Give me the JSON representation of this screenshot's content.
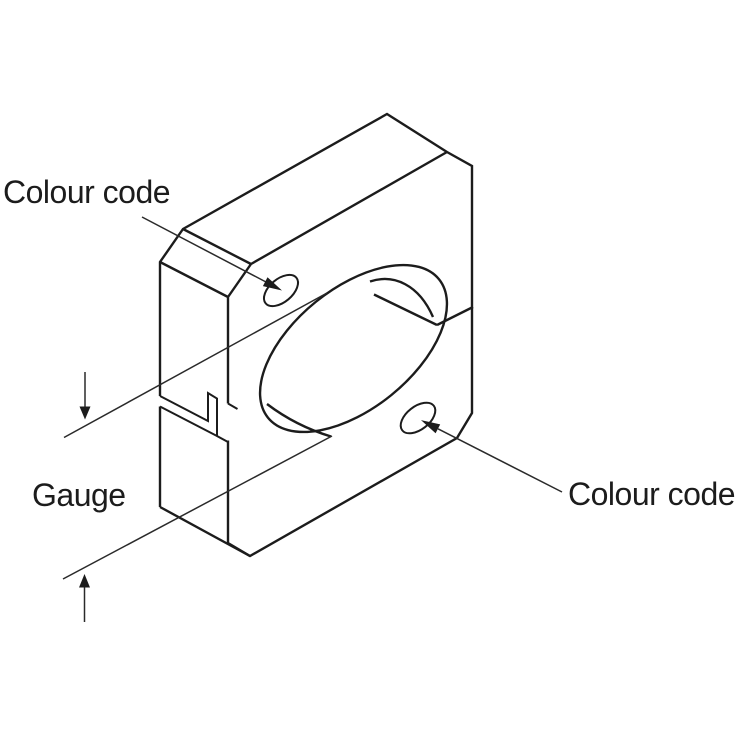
{
  "diagram": {
    "type": "technical-illustration",
    "subject": "wire gauge plate with centre hole, gauge slot and colour code marks",
    "labels": {
      "colour_code_top": "Colour code",
      "colour_code_bottom": "Colour code",
      "gauge": "Gauge"
    },
    "colors": {
      "ink": "#1c1c1c",
      "background": "#ffffff"
    },
    "icons": {
      "leader_arrowhead_top": "solid-triangle-arrowhead-icon",
      "leader_arrowhead_bottom": "solid-triangle-arrowhead-icon",
      "gauge_down_arrowhead": "solid-triangle-down-arrowhead-icon",
      "gauge_up_arrowhead": "solid-triangle-up-arrowhead-icon"
    }
  }
}
